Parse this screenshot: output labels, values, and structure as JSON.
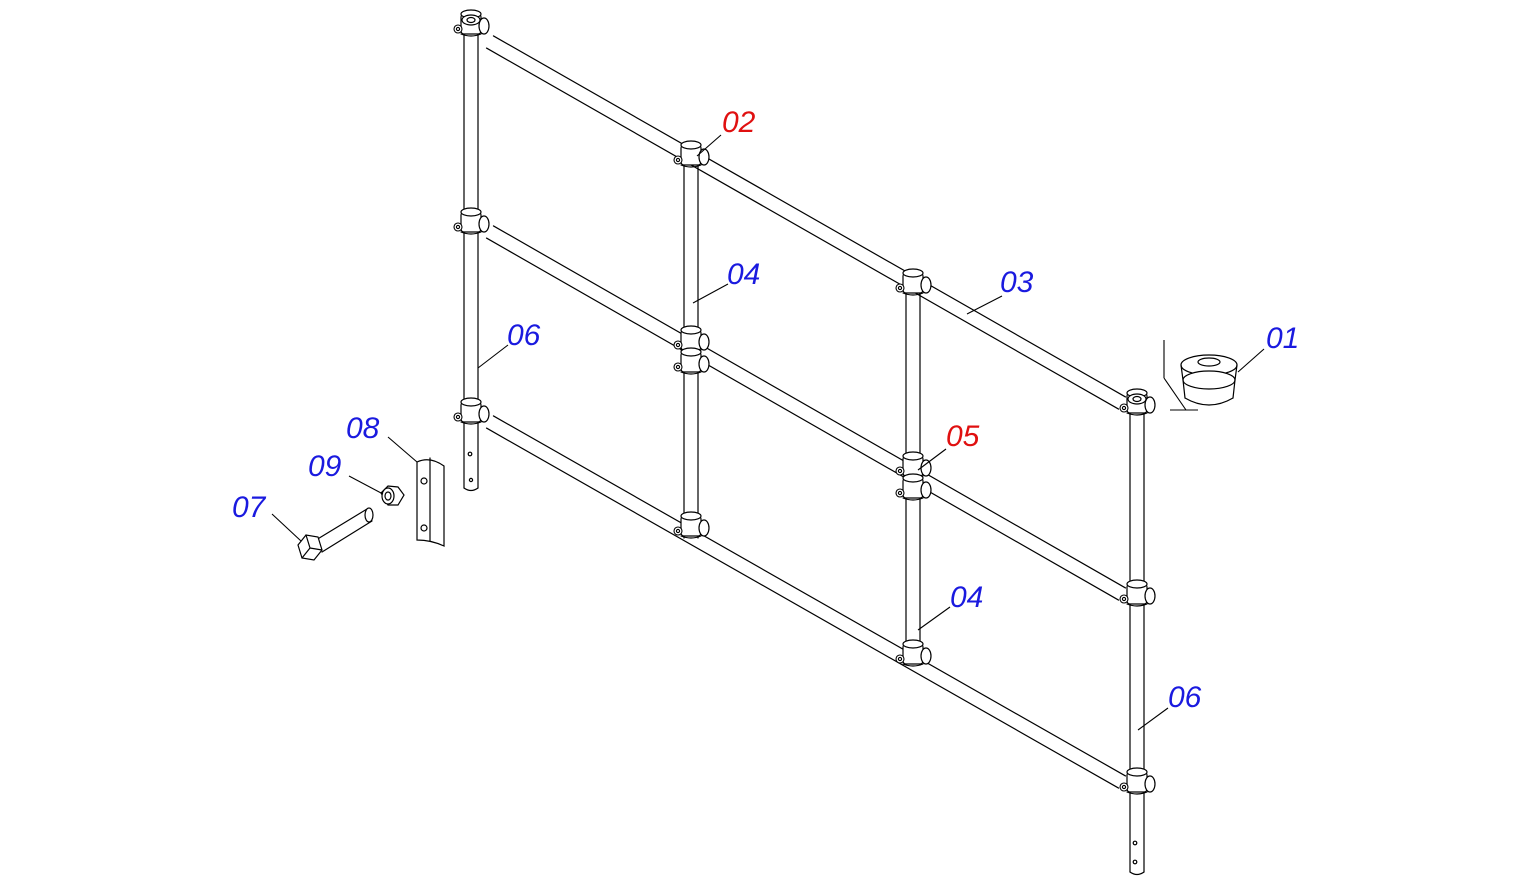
{
  "colors": {
    "callout_standard": "#1a1adf",
    "callout_highlight": "#e01010",
    "line": "#000000",
    "background": "#ffffff"
  },
  "callouts": {
    "p01": "01",
    "p02": "02",
    "p03": "03",
    "p04_upper": "04",
    "p04_lower": "04",
    "p05": "05",
    "p06_left": "06",
    "p06_right": "06",
    "p07": "07",
    "p08": "08",
    "p09": "09"
  },
  "highlighted_callouts": [
    "02",
    "05"
  ]
}
